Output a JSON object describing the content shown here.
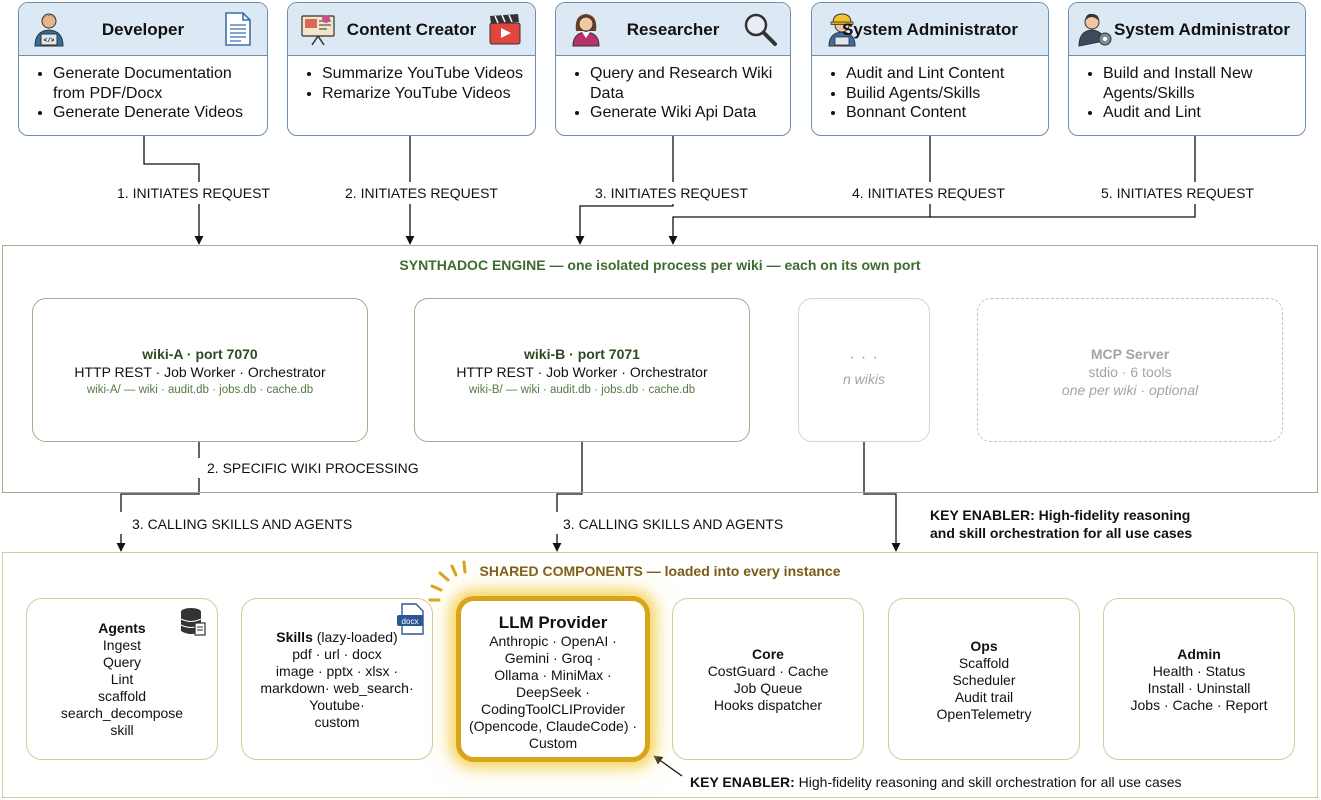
{
  "personas": [
    {
      "title": "Developer",
      "items": [
        "Generate Documentation from PDF/Docx",
        "Generate Denerate Videos"
      ]
    },
    {
      "title": "Content Creator",
      "items": [
        "Summarize YouTube Videos",
        "Remarize YouTube Videos"
      ]
    },
    {
      "title": "Researcher",
      "items": [
        "Query and Research Wiki Data",
        "Generate Wiki Api Data"
      ]
    },
    {
      "title": "System Administrator",
      "items": [
        "Audit and Lint Content",
        "Builid Agents/Skills",
        "Bonnant Content"
      ]
    },
    {
      "title": "System Administrator",
      "items": [
        "Build and Install New Agents/Skills",
        "Audit and Lint"
      ]
    }
  ],
  "requests": [
    "1. INITIATES REQUEST",
    "2. INITIATES REQUEST",
    "3. INITIATES REQUEST",
    "4. INITIATES REQUEST",
    "5. INITIATES REQUEST"
  ],
  "engine": {
    "title": "SYNTHADOC ENGINE — one isolated process per wiki — each on its own port",
    "wiki_a": {
      "title": "wiki-A · port 7070",
      "sub": "HTTP REST · Job Worker · Orchestrator",
      "files": "wiki-A/ — wiki · audit.db · jobs.db · cache.db"
    },
    "wiki_b": {
      "title": "wiki-B · port 7071",
      "sub": "HTTP REST · Job Worker · Orchestrator",
      "files": "wiki-B/ — wiki · audit.db · jobs.db · cache.db"
    },
    "n_wikis": {
      "dots": "· · ·",
      "label": "n wikis"
    },
    "mcp": {
      "title": "MCP Server",
      "sub": "stdio · 6 tools",
      "note": "one per wiki · optional"
    }
  },
  "flow": {
    "specific": "2. SPECIFIC WIKI PROCESSING",
    "calling_a": "3. CALLING SKILLS AND AGENTS",
    "calling_b": "3. CALLING SKILLS AND AGENTS",
    "key_right_bold": "KEY ENABLER: High-fidelity reasoning",
    "key_right_bold2": "and skill orchestration for all use cases",
    "key_bottom_bold": "KEY ENABLER:",
    "key_bottom_text": "High-fidelity reasoning and skill orchestration for all use cases"
  },
  "shared": {
    "title": "SHARED COMPONENTS — loaded into every instance",
    "agents": {
      "title": "Agents",
      "lines": [
        "Ingest",
        "Query",
        "Lint",
        "scaffold",
        "search_decompose",
        "skill"
      ]
    },
    "skills": {
      "title": "Skills",
      "title_suffix": " (lazy-loaded)",
      "lines": [
        "pdf · url · docx",
        "image · pptx · xlsx ·",
        "markdown· web_search·",
        "Youtube·",
        "custom"
      ],
      "badge": "docx"
    },
    "llm": {
      "title": "LLM Provider",
      "lines": [
        "Anthropic · OpenAI  ·",
        "Gemini · Groq ·",
        "Ollama · MiniMax ·",
        "DeepSeek ·",
        "CodingToolCLIProvider",
        "(Opencode, ClaudeCode)  ·",
        "Custom"
      ]
    },
    "core": {
      "title": "Core",
      "lines": [
        "CostGuard · Cache",
        "Job Queue",
        "Hooks dispatcher"
      ]
    },
    "ops": {
      "title": "Ops",
      "lines": [
        "Scaffold",
        "Scheduler",
        "Audit trail",
        "OpenTelemetry"
      ]
    },
    "admin": {
      "title": "Admin",
      "lines": [
        "Health · Status",
        "Install · Uninstall",
        "Jobs · Cache · Report"
      ]
    }
  },
  "colors": {
    "persona_border": "#6e8fb0",
    "persona_header": "#dde8f5",
    "engine_green": "#97b38a",
    "shared_tan": "#d7c9a0",
    "llm_gold": "#d9a418"
  }
}
